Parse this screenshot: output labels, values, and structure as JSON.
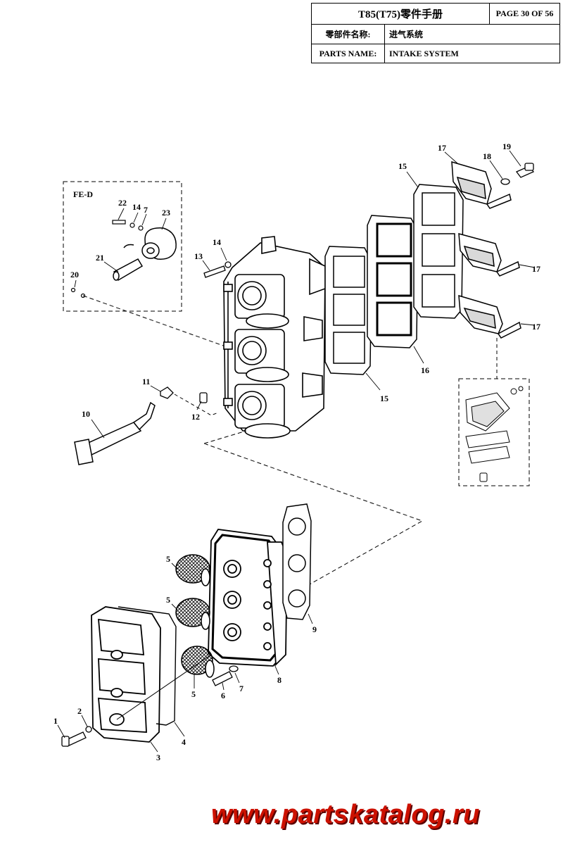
{
  "title_block": {
    "title": "T85(T75)零件手册",
    "page": "PAGE 30 OF 56",
    "name_cn_label": "零部件名称:",
    "name_cn_value": "进气系统",
    "name_en_label": "PARTS NAME:",
    "name_en_value": "INTAKE SYSTEM"
  },
  "diagram": {
    "inset_label": "FE-D",
    "callouts": {
      "c1": "1",
      "c2": "2",
      "c3": "3",
      "c4": "4",
      "c5a": "5",
      "c5b": "5",
      "c5c": "5",
      "c6": "6",
      "c7a": "7",
      "c7b": "7",
      "c8": "8",
      "c9": "9",
      "c10": "10",
      "c11": "11",
      "c12": "12",
      "c13": "13",
      "c14a": "14",
      "c14b": "14",
      "c15a": "15",
      "c15b": "15",
      "c16": "16",
      "c17a": "17",
      "c17b": "17",
      "c17c": "17",
      "c18": "18",
      "c19": "19",
      "c20": "20",
      "c21": "21",
      "c22": "22",
      "c23": "23"
    }
  },
  "watermark": "www.partskatalog.ru"
}
